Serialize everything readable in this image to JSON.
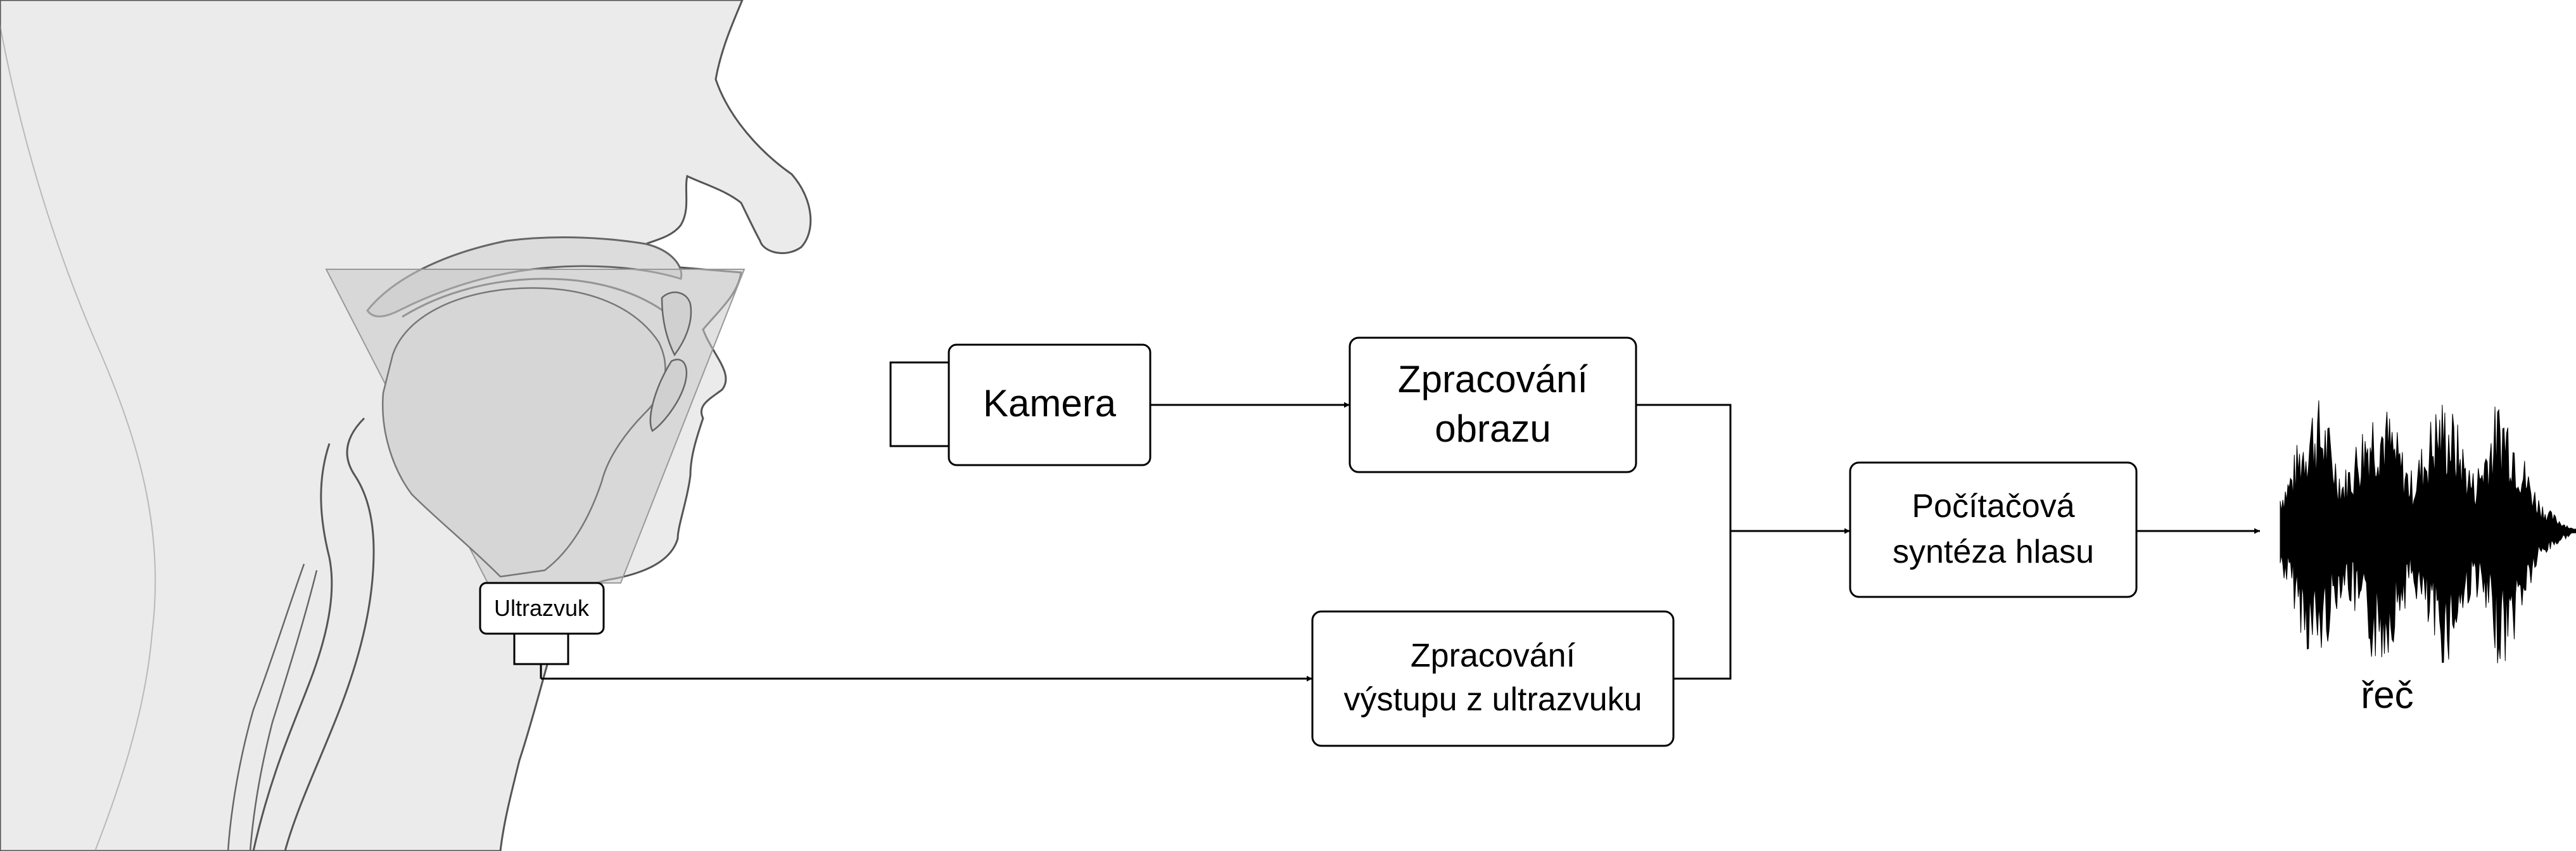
{
  "camera": {
    "label": "Kamera"
  },
  "image_processing": {
    "line1": "Zpracování",
    "line2": "obrazu"
  },
  "ultrasound": {
    "label": "Ultrazvuk"
  },
  "ultrasound_processing": {
    "line1": "Zpracování",
    "line2": "výstupu z ultrazvuku"
  },
  "speech_synthesis": {
    "line1": "Počítačová",
    "line2": "syntéza hlasu"
  },
  "speech": {
    "label": "řeč"
  },
  "colors": {
    "anatomy_fill": "#ebebeb",
    "anatomy_stroke": "#666666",
    "ultrasound_sector": "#d2d2d2",
    "box_stroke": "#000000",
    "waveform": "#000000"
  }
}
